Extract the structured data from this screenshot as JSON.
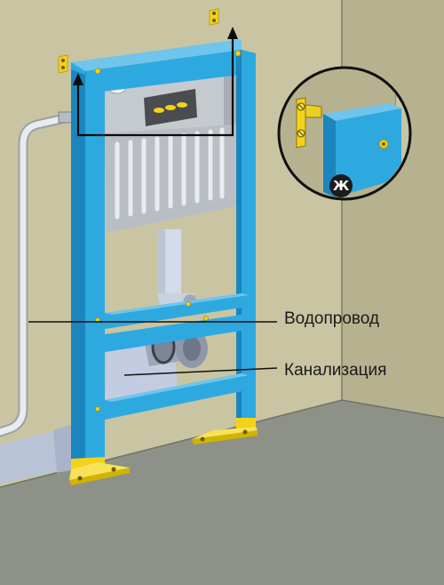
{
  "labels": {
    "water_supply": "Водопровод",
    "sewer": "Канализация"
  },
  "detail_callout": {
    "badge": "Ж"
  },
  "colors": {
    "frame": "#2ea9e0",
    "frame_dark": "#1a86bd",
    "brackets": "#f3d21b",
    "wall": "#c9c5a2",
    "wall_side": "#b4b08d",
    "floor": "#8d9187",
    "cistern": "#cfd3d6",
    "pipe": "#c6cfe0"
  },
  "icons": [
    "arrow-up-icon",
    "screw-icon",
    "bracket-icon"
  ]
}
